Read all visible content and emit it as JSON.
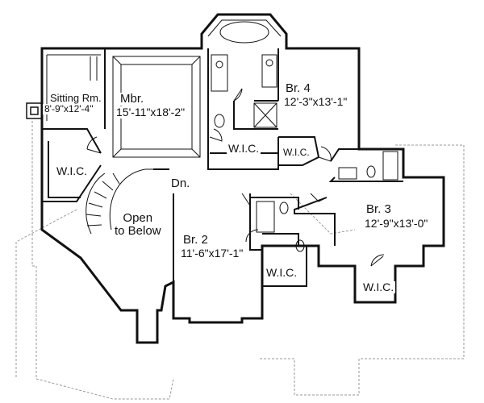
{
  "rooms": {
    "sitting_room": {
      "name": "Sitting Rm.",
      "dims": "8'-9\"x12'-4\""
    },
    "master_bedroom": {
      "name": "Mbr.",
      "dims": "15'-11\"x18'-2\""
    },
    "bedroom_4": {
      "name": "Br. 4",
      "dims": "12'-3\"x13'-1\""
    },
    "bedroom_3": {
      "name": "Br. 3",
      "dims": "12'-9\"x13'-0\""
    },
    "bedroom_2": {
      "name": "Br. 2",
      "dims": "11'-6\"x17'-1\""
    }
  },
  "closets": {
    "wic_master_left": "W.I.C.",
    "wic_master_bath": "W.I.C.",
    "wic_br4": "W.I.C.",
    "wic_br2": "W.I.C.",
    "wic_br3": "W.I.C."
  },
  "labels": {
    "stairs_down": "Dn.",
    "open_to_below": "Open\nto Below"
  },
  "colors": {
    "wall": "#111111",
    "hidden_line": "#9a9a9a",
    "background": "#ffffff"
  }
}
